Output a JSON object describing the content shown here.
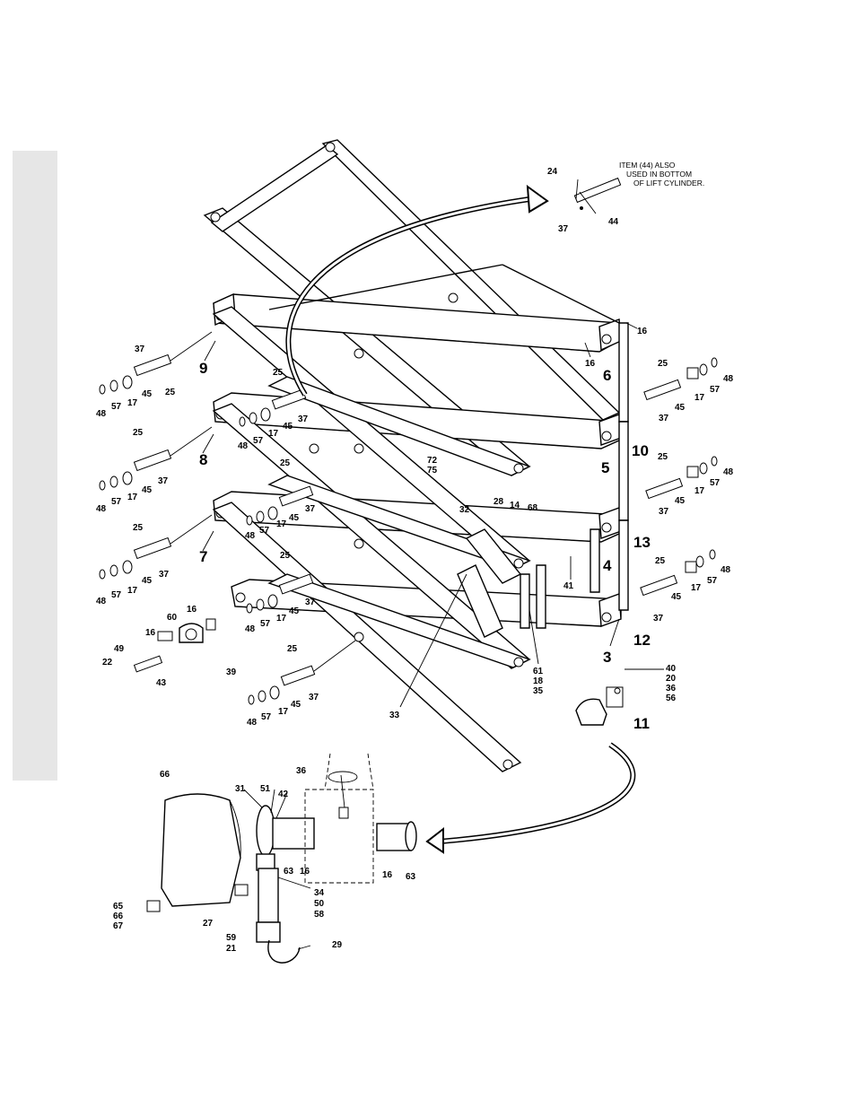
{
  "note": [
    "ITEM (44) ALSO",
    "USED IN BOTTOM",
    "OF LIFT CYLINDER."
  ],
  "callouts": {
    "n24": "24",
    "n37a": "37",
    "n44": "44",
    "n16a": "16",
    "n16b": "16",
    "n6": "6",
    "n9": "9",
    "n37b": "37",
    "n25a": "25",
    "n48a": "48",
    "n57a": "57",
    "n17a": "17",
    "n45a": "45",
    "n25b": "25",
    "n37c": "37",
    "n45b": "45",
    "n17b": "17",
    "n57b": "57",
    "n48b": "48",
    "n25c": "25",
    "n48c": "48",
    "n57c": "57",
    "n17c": "17",
    "n45c": "45",
    "n37d": "37",
    "n8": "8",
    "n25d": "25",
    "n37e": "37",
    "n45d": "45",
    "n17d": "17",
    "n57d": "57",
    "n48d": "48",
    "n25e": "25",
    "n48e": "48",
    "n57e": "57",
    "n17e": "17",
    "n45e": "45",
    "n37f": "37",
    "n7": "7",
    "n25f": "25",
    "n37g": "37",
    "n45f": "45",
    "n17f": "17",
    "n57f": "57",
    "n48f": "48",
    "n60": "60",
    "n16c": "16",
    "n49": "49",
    "n22": "22",
    "n43": "43",
    "n39": "39",
    "n25g": "25",
    "n37h": "37",
    "n45g": "45",
    "n17g": "17",
    "n57g": "57",
    "n48g": "48",
    "n25h": "25",
    "n17h": "17",
    "n57h": "57",
    "n48h": "48",
    "n37i": "37",
    "n45h": "45",
    "n10": "10",
    "n72": "72",
    "n75": "75",
    "n5": "5",
    "n25i": "25",
    "n17i": "17",
    "n57i": "57",
    "n48i": "48",
    "n37j": "37",
    "n45i": "45",
    "n28": "28",
    "n14": "14",
    "n68": "68",
    "n32": "32",
    "n13": "13",
    "n4": "4",
    "n41": "41",
    "n25j": "25",
    "n17j": "17",
    "n57j": "57",
    "n48j": "48",
    "n45j": "45",
    "n37k": "37",
    "n12": "12",
    "n3": "3",
    "n40": "40",
    "n20": "20",
    "n36a": "36",
    "n56": "56",
    "n11": "11",
    "n61": "61",
    "n18": "18",
    "n35": "35",
    "n33": "33",
    "n66a": "66",
    "n31": "31",
    "n51": "51",
    "n42": "42",
    "n36b": "36",
    "n63a": "63",
    "n16d": "16",
    "n16e": "16",
    "n63b": "63",
    "n34": "34",
    "n50": "50",
    "n58": "58",
    "n65": "65",
    "n66b": "66",
    "n67": "67",
    "n27": "27",
    "n59": "59",
    "n21": "21",
    "n29": "29"
  }
}
